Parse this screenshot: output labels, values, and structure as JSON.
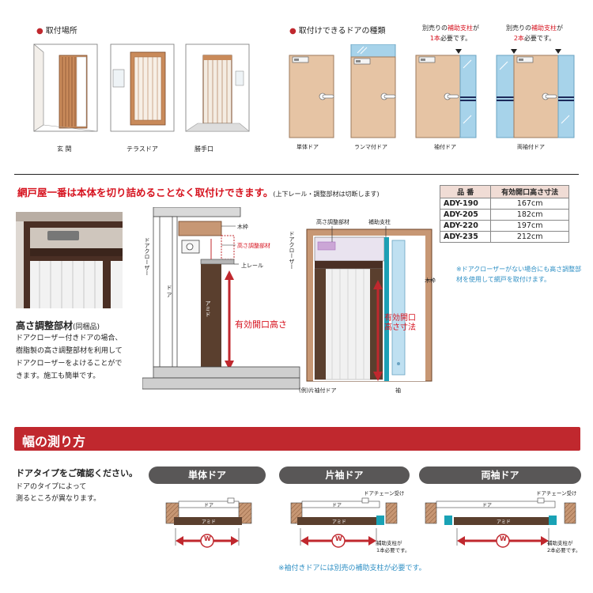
{
  "install_locations": {
    "heading": "取付場所",
    "items": [
      "玄 関",
      "テラスドア",
      "勝手口"
    ]
  },
  "door_types": {
    "heading": "取付けできるドアの種類",
    "note_single_prefix": "別売りの",
    "note_single_red": "補助支柱",
    "note_single_mid": "が",
    "note_single_count": "1本",
    "note_single_suffix": "必要です。",
    "note_double_prefix": "別売りの",
    "note_double_red": "補助支柱",
    "note_double_mid": "が",
    "note_double_count": "2本",
    "note_double_suffix": "必要です。",
    "items": [
      "単体ドア",
      "ランマ付ドア",
      "袖付ドア",
      "両袖付ドア"
    ]
  },
  "mount_headline": {
    "main": "網戸屋一番は本体を切り詰めることなく取付けできます。",
    "sub": "(上下レール・調整部材は切断します)"
  },
  "spec_table": {
    "headers": [
      "品 番",
      "有効開口高さ寸法"
    ],
    "rows": [
      {
        "model": "ADY-190",
        "size": "167cm"
      },
      {
        "model": "ADY-205",
        "size": "182cm"
      },
      {
        "model": "ADY-220",
        "size": "197cm"
      },
      {
        "model": "ADY-235",
        "size": "212cm"
      }
    ]
  },
  "adjuster": {
    "title": "高さ調整部材",
    "title_sub": "(同梱品)",
    "desc": "ドアクローザー付きドアの場合、樹脂製の高さ調整部材を利用してドアクローザーをよけることができます。施工も簡単です。"
  },
  "side_diagram": {
    "wood_frame": "木枠",
    "door_closer": "ドアクローザー",
    "height_adjuster": "高さ調整部材",
    "top_rail": "上レール",
    "door": "ド ア",
    "amido": "アミド",
    "effective_height": "有効開口高さ"
  },
  "front_diagram": {
    "height_adjuster": "高さ調整部材",
    "aux_pillar": "補助支柱",
    "door_closer": "ドアクローザー",
    "wood_frame": "木枠",
    "effective_height_l1": "有効開口",
    "effective_height_l2": "高さ寸法",
    "sleeve": "袖",
    "example": "(例)片袖付ドア"
  },
  "no_closer_note": "※ドアクローザーがない場合にも高さ調整部材を使用して網戸を取付けます。",
  "measure": {
    "band_title": "幅の測り方",
    "check_title": "ドアタイプをご確認ください。",
    "check_desc_l1": "ドアのタイプによって",
    "check_desc_l2": "測るところが異なります。",
    "types": [
      "単体ドア",
      "片袖ドア",
      "両袖ドア"
    ],
    "door_label": "ドア",
    "amido_label": "アミド",
    "w_label": "W",
    "chain_label": "ドアチェーン受け",
    "aux_one_l1": "補助支柱が",
    "aux_one_l2": "1本必要です。",
    "aux_two_l1": "補助支柱が",
    "aux_two_l2": "2本必要です。",
    "footer_note": "※袖付きドアには別売の補助支柱が必要です。"
  },
  "colors": {
    "accent_red": "#c0282e",
    "door_tan": "#e6c4a4",
    "glass_blue": "#a7d3ea",
    "teal": "#19a2b5",
    "amido_brown": "#5a3f2e",
    "pill_gray": "#595757"
  }
}
